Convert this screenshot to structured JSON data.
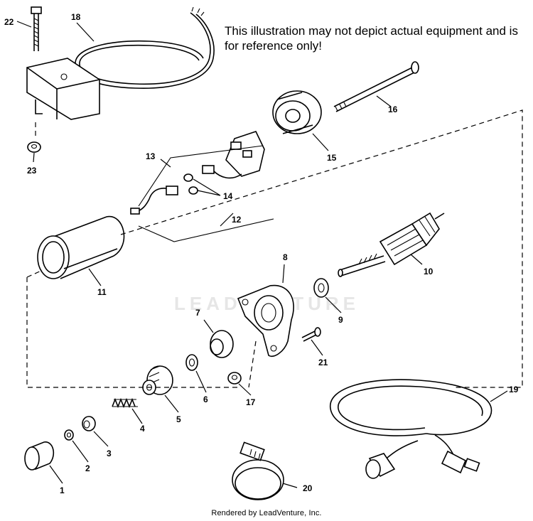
{
  "disclaimer": "This illustration may not depict actual equipment and is for reference only!",
  "footer": "Rendered by LeadVenture, Inc.",
  "watermark": "LEADVENTURE",
  "callouts": [
    "1",
    "2",
    "3",
    "4",
    "5",
    "6",
    "7",
    "8",
    "9",
    "10",
    "11",
    "12",
    "13",
    "14",
    "15",
    "16",
    "17",
    "18",
    "19",
    "20",
    "21",
    "22",
    "23"
  ]
}
